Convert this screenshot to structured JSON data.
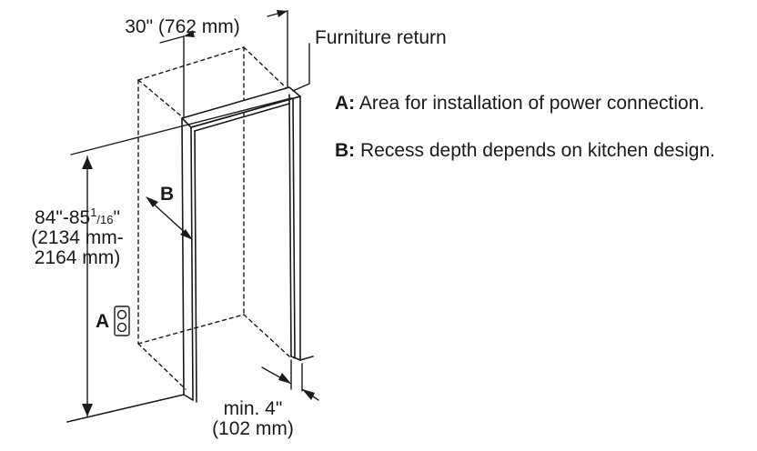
{
  "dims": {
    "width_top": "30\" (762 mm)",
    "height_pre": "84\"-85",
    "height_sup": "1",
    "height_sub": "/16",
    "height_post": "\"",
    "height_mm_1": "(2134 mm-",
    "height_mm_2": "2164 mm)",
    "min_depth_1": "min. 4\"",
    "min_depth_2": "(102 mm)"
  },
  "labels": {
    "furniture_return": "Furniture return",
    "b_marker": "B",
    "a_marker": "A"
  },
  "legend": [
    {
      "key": "A:",
      "text": "Area for installation of power connection."
    },
    {
      "key": "B:",
      "text": "Recess depth depends on kitchen design."
    }
  ]
}
